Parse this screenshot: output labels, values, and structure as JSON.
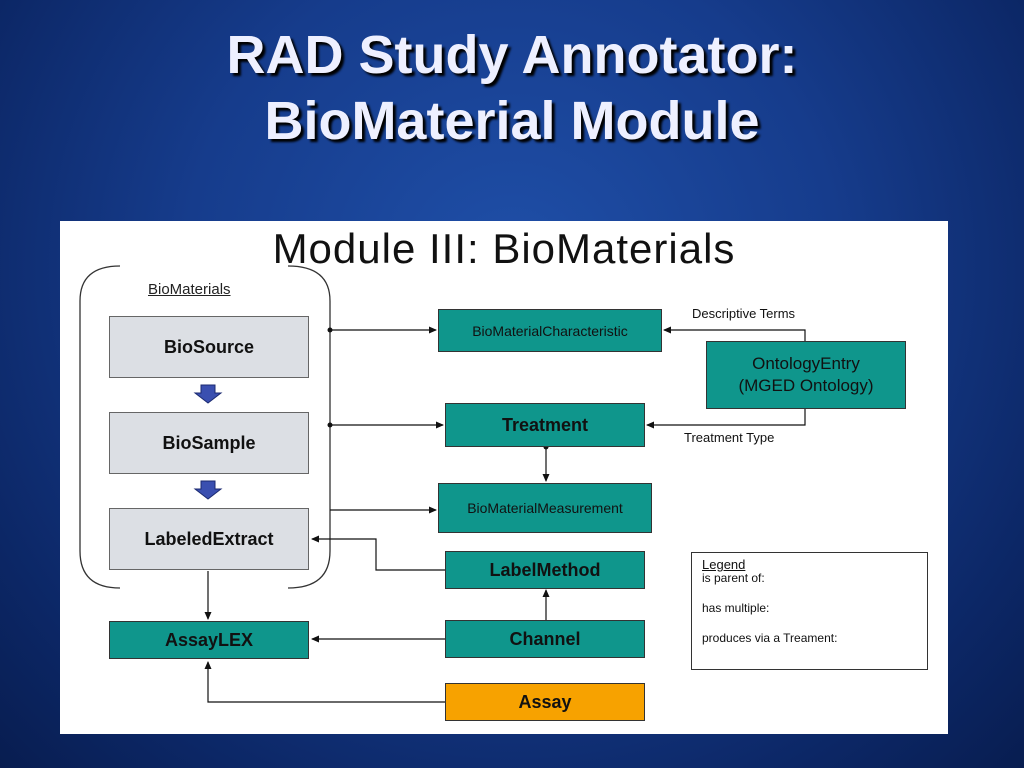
{
  "slide": {
    "title_line1": "RAD Study Annotator:",
    "title_line2": "BioMaterial Module"
  },
  "diagram": {
    "title": "Module III: BioMaterials",
    "group_label": "BioMaterials",
    "nodes": {
      "biosource": "BioSource",
      "biosample": "BioSample",
      "labeled_extract": "LabeledExtract",
      "assaylex": "AssayLEX",
      "biomaterial_characteristic": "BioMaterialCharacteristic",
      "ontology_entry_line1": "OntologyEntry",
      "ontology_entry_line2": "(MGED Ontology)",
      "treatment": "Treatment",
      "biomaterial_measurement": "BioMaterialMeasurement",
      "label_method": "LabelMethod",
      "channel": "Channel",
      "assay": "Assay"
    },
    "annotations": {
      "descriptive_terms": "Descriptive Terms",
      "treatment_type": "Treatment Type"
    },
    "legend": {
      "title": "Legend",
      "is_parent_of": "is parent of:",
      "has_multiple": "has multiple:",
      "produces_via_treatment": "produces via a Treament:"
    },
    "colors": {
      "teal": "#0f968c",
      "gray": "#dcdfe4",
      "orange": "#f7a200",
      "treatment_arrow": "#3a4fb0"
    }
  }
}
